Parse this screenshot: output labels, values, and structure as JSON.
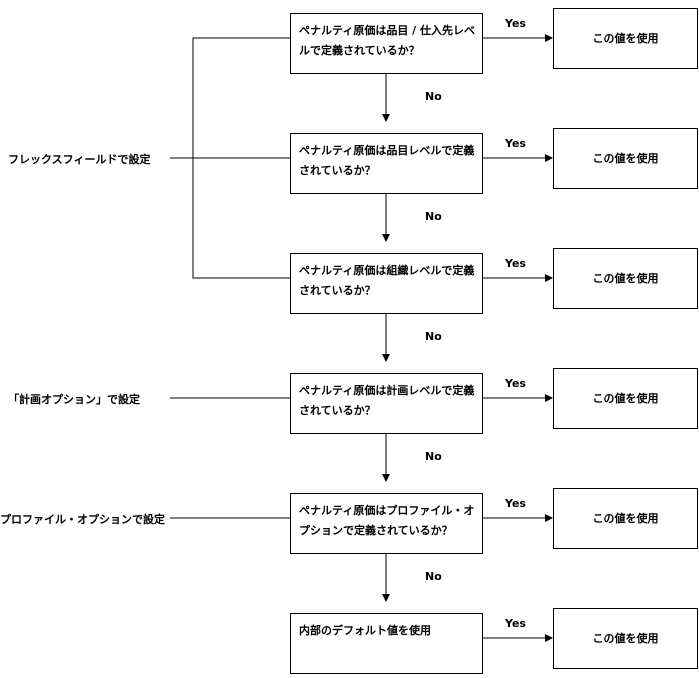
{
  "decisions": [
    {
      "text": "ペナルティ原価は品目 / 仕入先レベルで定義されているか？"
    },
    {
      "text": "ペナルティ原価は品目レベルで定義されているか？"
    },
    {
      "text": "ペナルティ原価は組織レベルで定義されているか？"
    },
    {
      "text": "ペナルティ原価は計画レベルで定義されているか？"
    },
    {
      "text": "ペナルティ原価はプロファイル・オプションで定義されているか？"
    },
    {
      "text": "内部のデフォルト値を使用"
    }
  ],
  "result_text": "この値を使用",
  "yes_label": "Yes",
  "no_label": "No",
  "sources": {
    "flexfield": "フレックスフィールドで設定",
    "plan_options": "「計画オプション」で設定",
    "profile_option": "プロファイル・オプションで設定"
  }
}
